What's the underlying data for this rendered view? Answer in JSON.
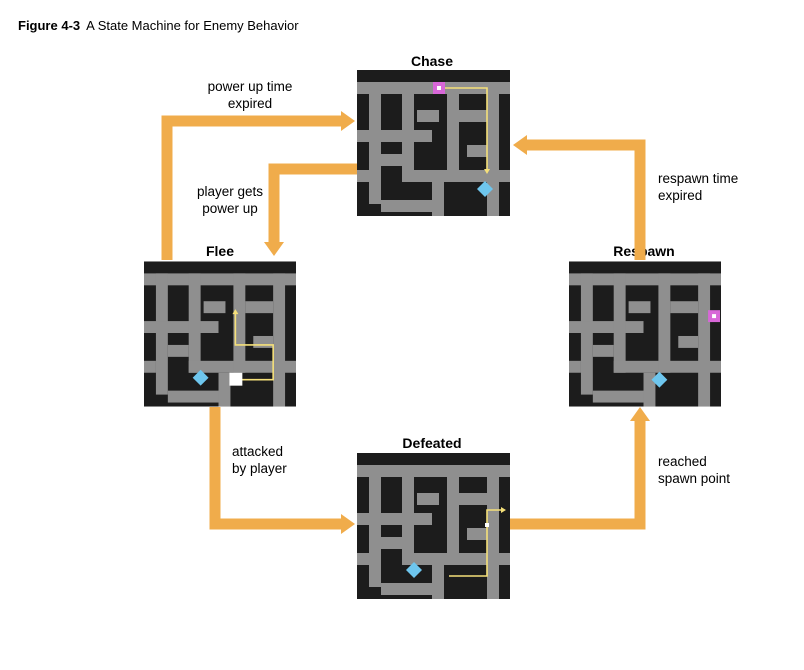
{
  "figure": {
    "number": "Figure 4-3",
    "title": "A State Machine for Enemy Behavior"
  },
  "states": {
    "chase": "Chase",
    "flee": "Flee",
    "respawn": "Respawn",
    "defeated": "Defeated"
  },
  "transitions": {
    "power_up_expired": [
      "power up time",
      "expired"
    ],
    "player_gets_power_up": [
      "player gets",
      "power up"
    ],
    "respawn_expired": [
      "respawn time",
      "expired"
    ],
    "attacked": [
      "attacked",
      "by player"
    ],
    "reached_spawn": [
      "reached",
      "spawn point"
    ]
  },
  "colors": {
    "arrow": "#f0ac4b",
    "maze_wall": "#1c1c1c",
    "maze_path": "#8f8f8f",
    "enemy": "#6ec6ee",
    "player": "#d867d8",
    "route": "#f5e07a",
    "dot": "#ffffff"
  }
}
